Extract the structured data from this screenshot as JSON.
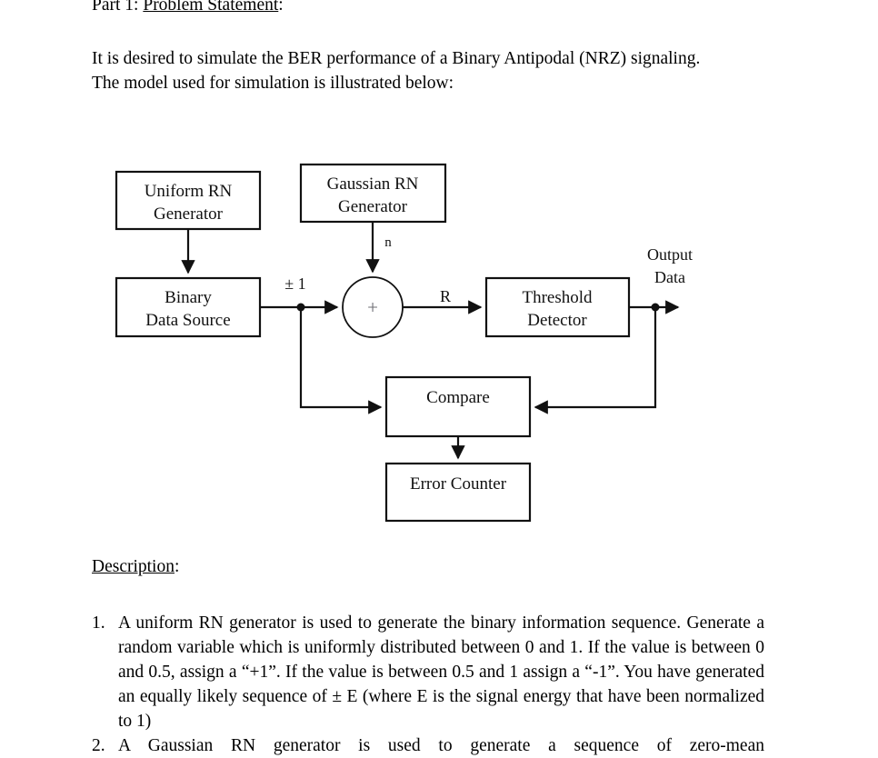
{
  "document": {
    "heading": {
      "prefix": "Part 1: ",
      "underlined": "Problem Statement",
      "suffix": ":"
    },
    "intro_paragraph": "It is desired to simulate the BER performance of a Binary Antipodal (NRZ) signaling. The model used for simulation is illustrated below:",
    "description_heading": {
      "underlined": "Description",
      "suffix": ":"
    },
    "list_items": [
      {
        "marker": "1.",
        "text": "A uniform RN generator is used to generate the binary information sequence. Generate a random variable which is uniformly distributed between 0 and 1. If the value is between 0 and 0.5, assign a “+1”. If the value is between 0.5 and 1 assign a “-1”. You have generated an equally likely sequence of ± E (where E is the signal energy that have been normalized to 1)"
      },
      {
        "marker": "2.",
        "text": "A Gaussian RN generator is used to generate a sequence of zero-mean"
      }
    ]
  },
  "diagram": {
    "blocks": {
      "uniform_rn": {
        "line1": "Uniform RN",
        "line2": "Generator"
      },
      "gaussian_rn": {
        "line1": "Gaussian RN",
        "line2": "Generator"
      },
      "binary_source": {
        "line1": "Binary",
        "line2": "Data Source"
      },
      "threshold_detector": {
        "line1": "Threshold",
        "line2": "Detector"
      },
      "compare": {
        "line1": "Compare"
      },
      "error_counter": {
        "line1": "Error Counter"
      },
      "summer": {
        "symbol": "+"
      }
    },
    "signal_labels": {
      "noise": "n",
      "bipolar": "± 1",
      "received": "R",
      "output_line1": "Output",
      "output_line2": "Data"
    },
    "colors": {
      "line": "#111111",
      "box_fill": "#ffffff",
      "summer_symbol": "#6b6b72",
      "page_background": "#ffffff"
    }
  }
}
